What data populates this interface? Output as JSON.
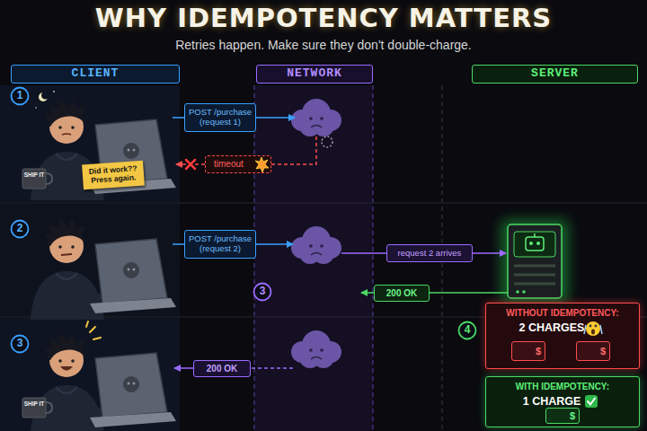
{
  "diagram": {
    "title": "WHY IDEMPOTENCY MATTERS",
    "caption": "Retries happen. Make sure they don't double-charge.",
    "nodes": [
      {
        "text": [
          "CLIENT"
        ]
      },
      {
        "text": [
          "NETWORK"
        ]
      },
      {
        "text": [
          "SERVER"
        ]
      },
      {
        "text": [
          "1"
        ]
      },
      {
        "text": [
          "POST /purchase (request 1)"
        ]
      },
      {
        "text": [
          "timeout"
        ]
      },
      {
        "text": [
          "Did it work?? Press again."
        ]
      },
      {
        "text": [
          "2"
        ]
      },
      {
        "text": [
          "POST /purchase (request 2)"
        ]
      },
      {
        "text": [
          "request 2 arrives"
        ]
      },
      {
        "text": [
          "3"
        ]
      },
      {
        "text": [
          "200 OK"
        ]
      },
      {
        "text": [
          "4"
        ]
      },
      {
        "text": [
          "WITHOUT IDEMPOTENCY:",
          "2 CHARGES"
        ]
      },
      {
        "text": [
          "$"
        ],
        "in": 13
      },
      {
        "text": [
          "$"
        ],
        "in": 13
      },
      {
        "text": [
          "WITH IDEMPOTENCY:",
          "1 CHARGE"
        ]
      },
      {
        "text": [
          "$"
        ],
        "in": 16
      },
      {
        "text": [
          "3"
        ]
      },
      {
        "text": [
          "200 OK"
        ]
      }
    ],
    "labels": [
      "SHIP IT",
      "SHIP IT"
    ]
  }
}
